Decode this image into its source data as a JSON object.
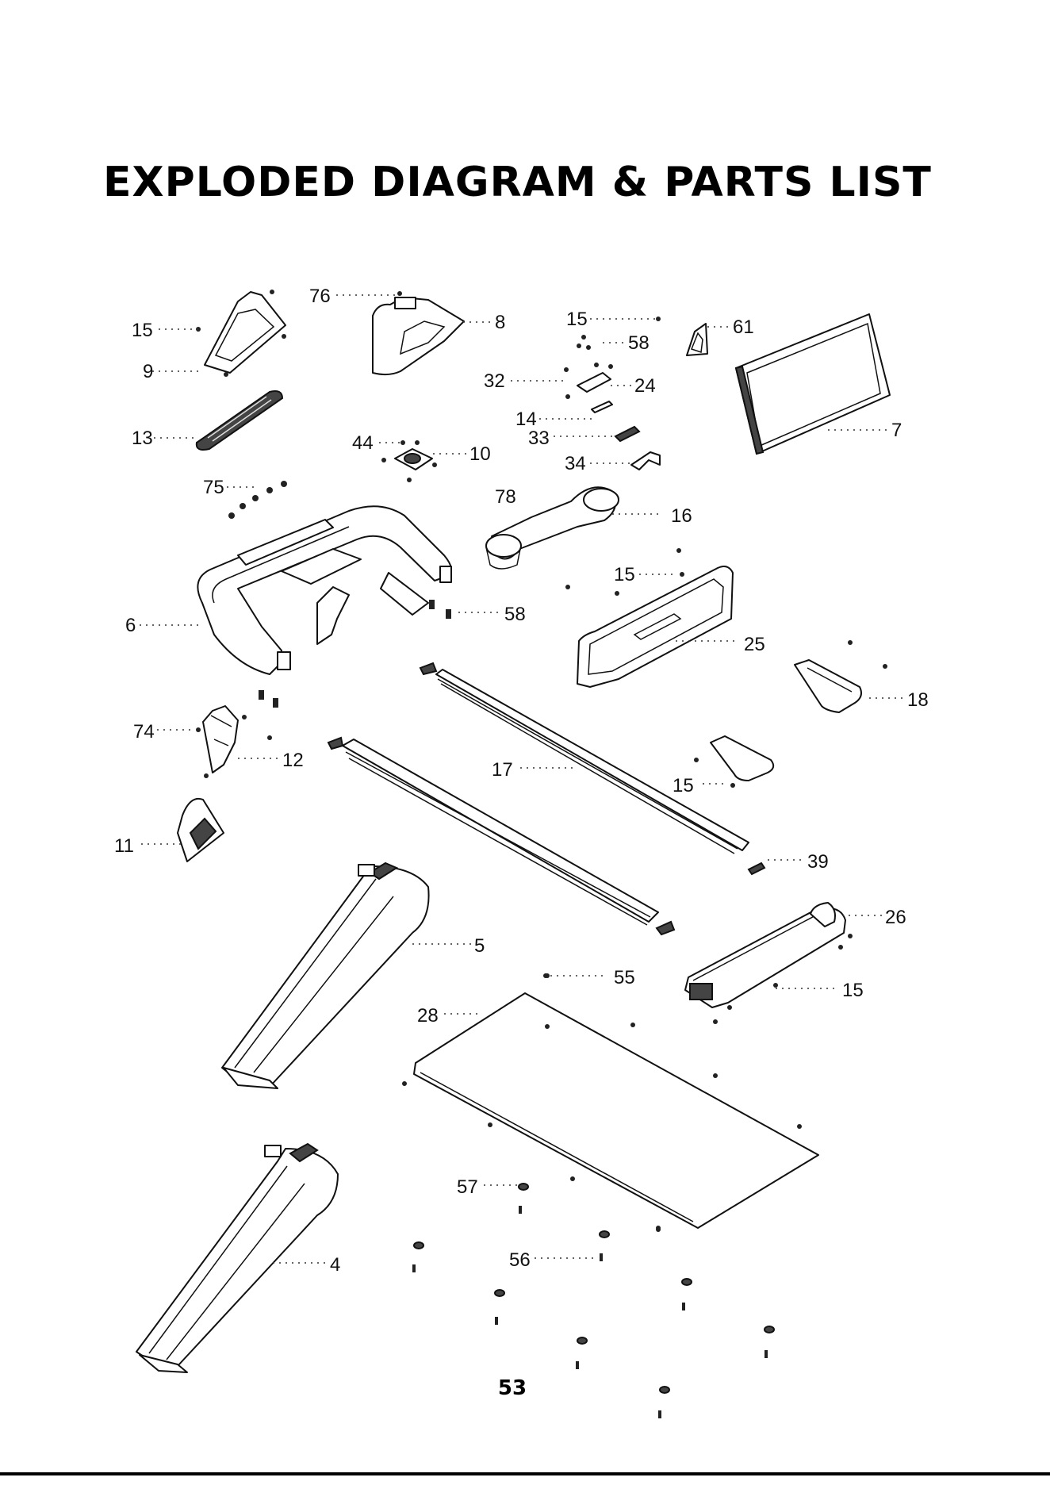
{
  "title": "EXPLODED DIAGRAM & PARTS LIST",
  "page_number": "53",
  "callouts": {
    "c15a": "15",
    "c9": "9",
    "c13": "13",
    "c76": "76",
    "c8": "8",
    "c15b": "15",
    "c58a": "58",
    "c61": "61",
    "c32": "32",
    "c24": "24",
    "c14": "14",
    "c33": "33",
    "c34": "34",
    "c7": "7",
    "c44": "44",
    "c10": "10",
    "c75": "75",
    "c78": "78",
    "c16": "16",
    "c15c": "15",
    "c6": "6",
    "c58b": "58",
    "c25": "25",
    "c18": "18",
    "c74": "74",
    "c12": "12",
    "c17": "17",
    "c15d": "15",
    "c11": "11",
    "c39": "39",
    "c26": "26",
    "c5": "5",
    "c55": "55",
    "c15e": "15",
    "c28": "28",
    "c57": "57",
    "c56": "56",
    "c4": "4"
  }
}
